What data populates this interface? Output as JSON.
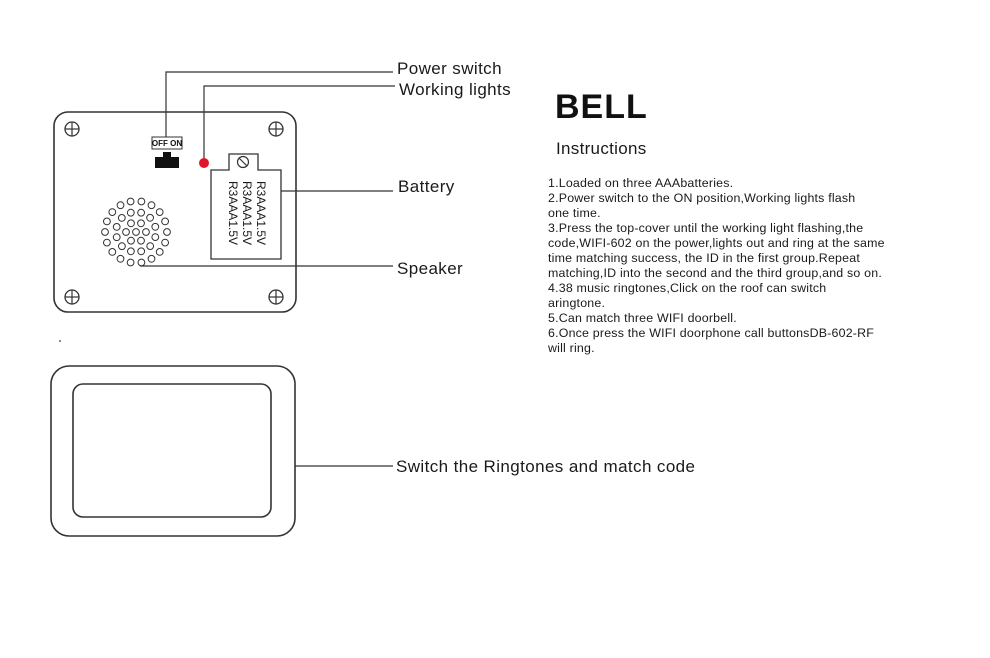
{
  "title": "BELL",
  "subtitle": "Instructions",
  "instructions": [
    "1.Loaded on three AAAbatteries.",
    "2.Power switch to the ON position,Working lights flash",
    "one time.",
    "3.Press the top-cover until the working light flashing,the",
    "code,WIFI-602 on the power,lights out and ring at the same",
    "time matching success, the ID in the first group.Repeat",
    "matching,ID into the second and the third group,and so on.",
    "4.38 music ringtones,Click on the roof can switch",
    "aringtone.",
    "5.Can match three WIFI doorbell.",
    "6.Once press the WIFI  doorphone call buttonsDB-602-RF",
    "will  ring."
  ],
  "callouts": {
    "power_switch": "Power switch",
    "working_lights": "Working lights",
    "battery": "Battery",
    "speaker": "Speaker",
    "ringtone_button": "Switch the Ringtones and match code"
  },
  "switch_label": "OFF ON",
  "battery_labels": [
    "R3AAA1.5V",
    "R3AAA1.5V",
    "R3AAA1.5V"
  ],
  "colors": {
    "line": "#333333",
    "indicator": "#e0142a"
  },
  "icons": [
    "screw-icon",
    "speaker-grille",
    "power-switch",
    "led-indicator"
  ]
}
